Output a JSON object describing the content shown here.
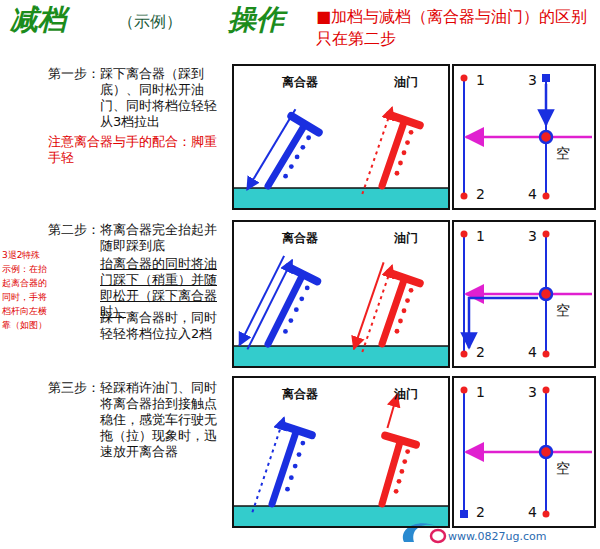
{
  "diagram": {
    "nodes": [
      {
        "text": [
          "离合器",
          "油门"
        ]
      },
      {
        "text": [
          "1",
          "3",
          "2",
          "4",
          "空"
        ]
      },
      {
        "text": [
          "离合器",
          "油门"
        ]
      },
      {
        "text": [
          "1",
          "3",
          "2",
          "4",
          "空"
        ]
      },
      {
        "text": [
          "离合器",
          "油门"
        ]
      },
      {
        "text": [
          "1",
          "3",
          "2",
          "4",
          "空"
        ]
      }
    ],
    "labels": [
      "减档",
      "（示例）",
      "操作",
      "■加档与减档（离合器与油门）的区别只在第二步",
      "第一步：踩下离合器（踩到底）、同时松开油门、同时将档位轻轻从3档拉出",
      "注意离合器与手的配合：脚重手轻",
      "第二步：将离合器完全抬起并随即踩到底",
      "抬离合器的同时将油门踩下（稍重）并随即松开（踩下离合器时）",
      "踩下离合器时，同时轻轻将档位拉入2档",
      "3退2特殊示例：在抬起离合器的同时，手将档杆向左横靠（如图）",
      "第三步：轻踩稍许油门、同时将离合器抬到接触点稳住，感觉车行驶无拖（拉）现象时，迅速放开离合器",
      "www.0827ug.com"
    ]
  }
}
